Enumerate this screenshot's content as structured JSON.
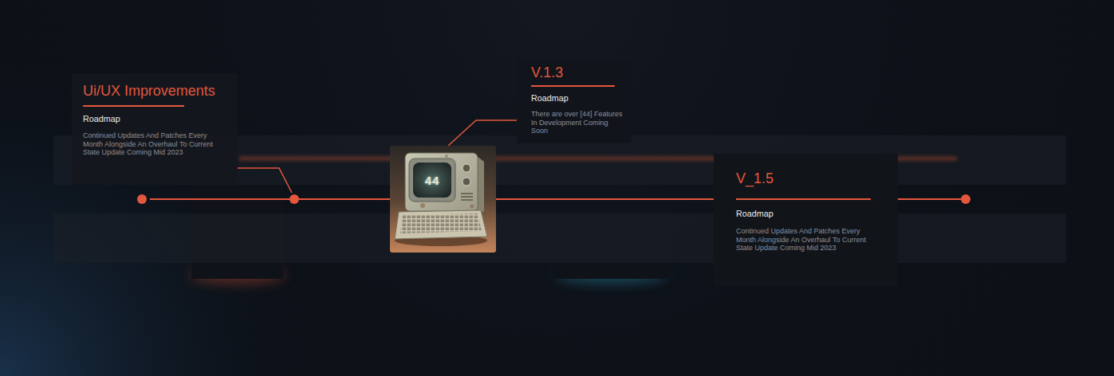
{
  "diagram": {
    "nodes": [
      {
        "text": [
          "Ui/UX Improvements",
          "Roadmap",
          "Continued Updates And Patches Every Month Alongside An Overhaul To Current State Update Coming Mid 2023"
        ]
      },
      {
        "text": [
          "V.1.3",
          "Roadmap",
          "There are over [44] Features In Development Coming Soon"
        ]
      },
      {
        "text": [
          "V_1.5",
          "Roadmap",
          "Continued Updates And Patches Every Month Alongside An Overhaul To Current State Update Coming Mid 2023"
        ]
      }
    ],
    "labels": [
      "44"
    ]
  }
}
